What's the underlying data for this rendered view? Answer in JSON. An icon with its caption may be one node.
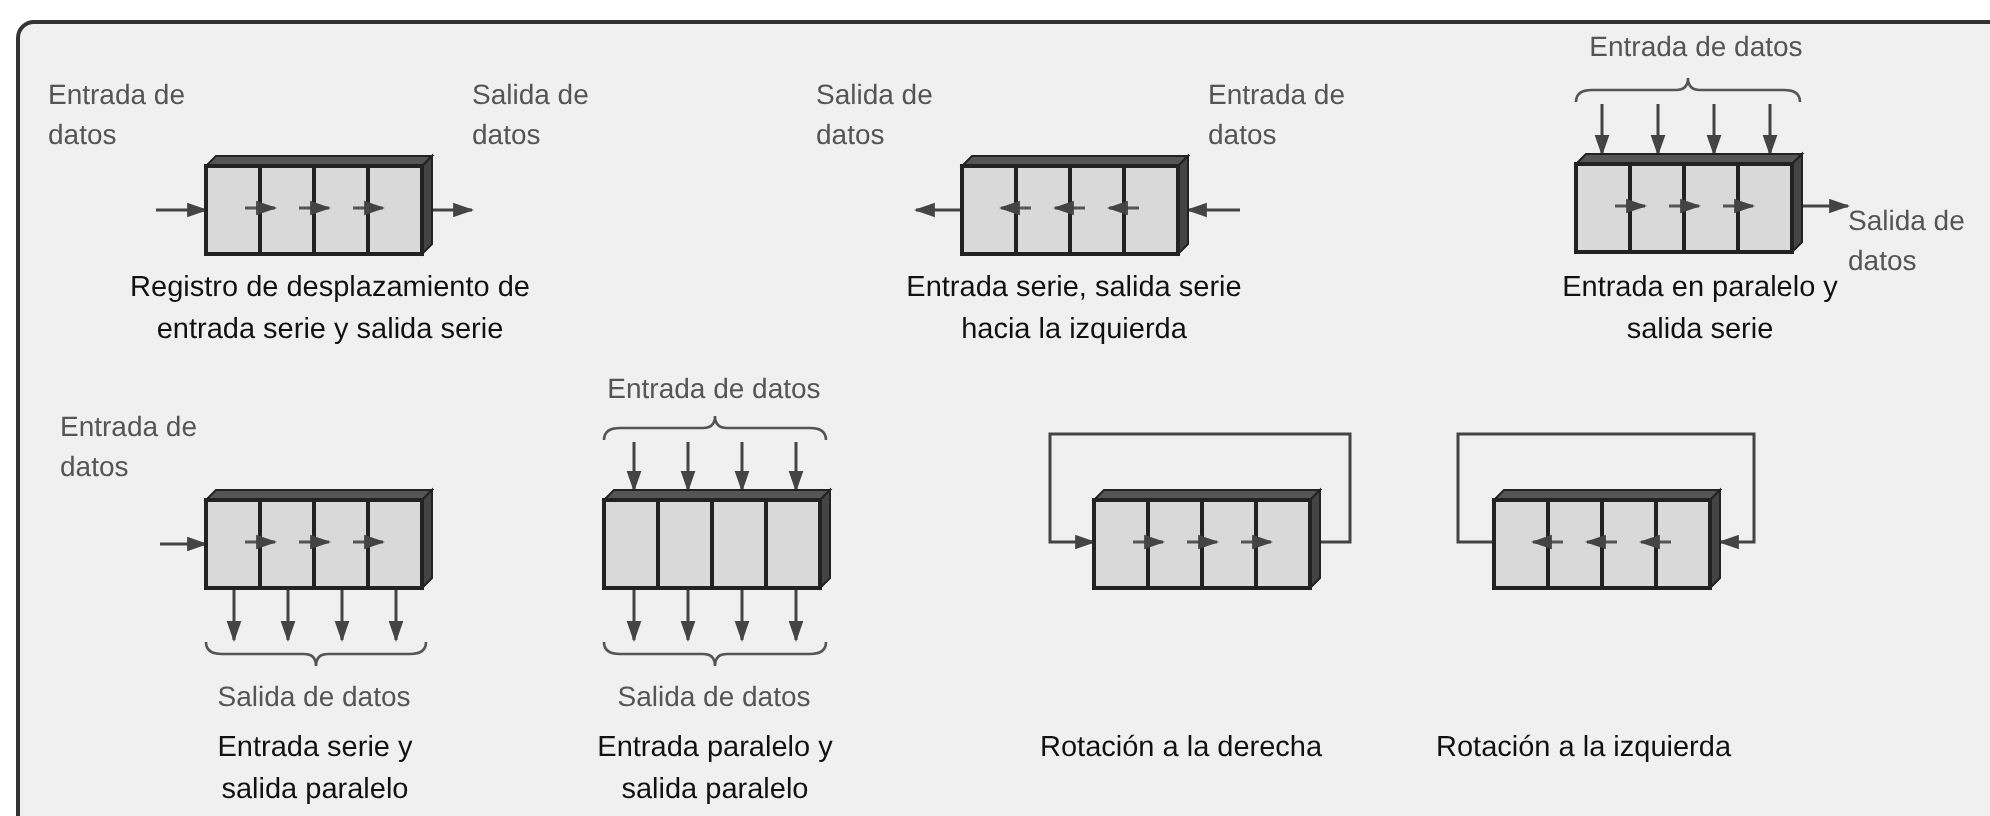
{
  "diagram": {
    "nodes": [
      {
        "text": [],
        "shape": "box"
      },
      {
        "text": [],
        "shape": "box"
      },
      {
        "text": [],
        "shape": "box"
      },
      {
        "text": [],
        "shape": "box"
      },
      {
        "text": [],
        "shape": "box"
      },
      {
        "text": [],
        "shape": "box"
      },
      {
        "text": [],
        "shape": "box"
      },
      {
        "text": [
          "Entrada de datos"
        ]
      },
      {
        "text": [
          "Salida de datos"
        ]
      },
      {
        "text": [
          "Salida de datos"
        ]
      },
      {
        "text": [
          "Entrada de datos"
        ]
      },
      {
        "text": [
          "Salida de datos"
        ]
      }
    ],
    "edges": [
      {
        "from": null,
        "to": 0,
        "arrow": "to"
      },
      {
        "from": 0,
        "to": null,
        "arrow": "to"
      },
      {
        "from": null,
        "to": 1,
        "arrow": "to"
      },
      {
        "from": 1,
        "to": null,
        "arrow": "to"
      },
      {
        "from": 7,
        "to": 2,
        "arrow": "to"
      },
      {
        "from": 7,
        "to": 2,
        "arrow": "to"
      },
      {
        "from": 7,
        "to": 2,
        "arrow": "to"
      },
      {
        "from": 7,
        "to": 2,
        "arrow": "to"
      },
      {
        "from": 2,
        "to": 8,
        "arrow": "to"
      },
      {
        "from": null,
        "to": 3,
        "arrow": "to"
      },
      {
        "from": 3,
        "to": 9,
        "arrow": "to"
      },
      {
        "from": 3,
        "to": 9,
        "arrow": "to"
      },
      {
        "from": 3,
        "to": 9,
        "arrow": "to"
      },
      {
        "from": 3,
        "to": 9,
        "arrow": "to"
      },
      {
        "from": 10,
        "to": 4,
        "arrow": "to"
      },
      {
        "from": 10,
        "to": 4,
        "arrow": "to"
      },
      {
        "from": 10,
        "to": 4,
        "arrow": "to"
      },
      {
        "from": 10,
        "to": 4,
        "arrow": "to"
      },
      {
        "from": 4,
        "to": 11,
        "arrow": "to"
      },
      {
        "from": 4,
        "to": 11,
        "arrow": "to"
      },
      {
        "from": 4,
        "to": 11,
        "arrow": "to"
      },
      {
        "from": 4,
        "to": 11,
        "arrow": "to"
      },
      {
        "from": 5,
        "to": 5,
        "arrow": "to"
      },
      {
        "from": 6,
        "to": 6,
        "arrow": "to"
      }
    ],
    "labels": [
      "Entrada de datos",
      "Salida de datos",
      "Salida de datos",
      "Entrada de datos",
      "Registro de desplazamiento de entrada serie y salida serie",
      "Entrada serie, salida serie hacia la izquierda",
      "Entrada en paralelo y salida serie",
      "Entrada de datos",
      "Entrada serie y salida paralelo",
      "Entrada paralelo y salida paralelo",
      "Rotación a la derecha",
      "Rotación a la izquierda"
    ]
  }
}
